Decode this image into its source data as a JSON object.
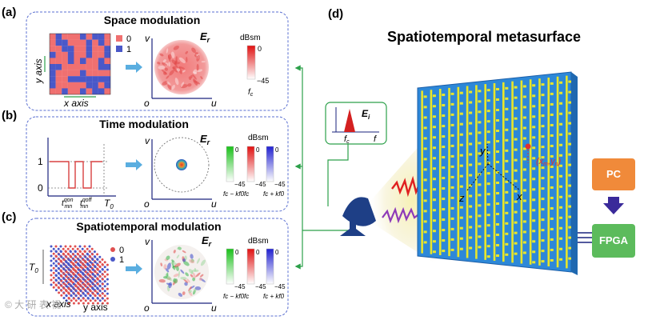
{
  "colors": {
    "panel_border": "#5a6fd0",
    "mod_blue": "#4a58c8",
    "mod_red": "#f07070",
    "wave_red": "#e02020",
    "wave_purple": "#8e3ab8",
    "arrow_green": "#2ca04a",
    "arrow_blue": "#5aaee0",
    "pc_orange": "#f08a3a",
    "fpga_green": "#5cbb5c",
    "meta_blue": "#2d88d8",
    "meta_yellow": "#e8e62a",
    "signal_red": "#e03030"
  },
  "panel_a": {
    "label": "(a)",
    "title": "Space modulation",
    "legend": [
      "0",
      "1"
    ],
    "y_axis": "y axis",
    "x_axis": "x axis",
    "field_label_E": "E",
    "field_label_sub": "r",
    "v": "v",
    "o": "o",
    "u": "u",
    "cb_title": "dBsm",
    "cb_max": "0",
    "cb_min": "−45",
    "cb_tick": "f",
    "cb_tick_sub": "c"
  },
  "panel_b": {
    "label": "(b)",
    "title": "Time modulation",
    "level1": "1",
    "level0": "0",
    "t_on": "t",
    "t_on_sup": "qon",
    "t_on_sub": "mn",
    "t_off": "t",
    "t_off_sup": "qoff",
    "t_off_sub": "mn",
    "T0": "T",
    "T0_sub": "0",
    "E": "E",
    "E_sub": "r",
    "v": "v",
    "o": "o",
    "u": "u",
    "cb_title": "dBsm",
    "cb_max": [
      "0",
      "0",
      "0"
    ],
    "cb_min": [
      "−45",
      "−45",
      "−45"
    ],
    "freq": [
      "fc − kf0",
      "fc",
      "fc + kf0"
    ]
  },
  "panel_c": {
    "label": "(c)",
    "title": "Spatiotemporal modulation",
    "legend": [
      "0",
      "1"
    ],
    "T0": "T",
    "T0_sub": "0",
    "x_axis": "x axis",
    "y_axis": "y axis",
    "E": "E",
    "E_sub": "r",
    "v": "v",
    "o": "o",
    "u": "u",
    "cb_title": "dBsm",
    "cb_max": [
      "0",
      "0",
      "0"
    ],
    "cb_min": [
      "−45",
      "−45",
      "−45"
    ],
    "freq": [
      "fc − kf0",
      "fc",
      "fc + kf0"
    ]
  },
  "panel_d": {
    "label": "(d)",
    "title": "Spatiotemporal metasurface",
    "spectrum_E": "E",
    "spectrum_E_sub": "i",
    "spectrum_fc": "f",
    "spectrum_fc_sub": "c",
    "spectrum_f": "f",
    "axis_y": "y",
    "axis_x": "x",
    "axis_z": "z",
    "cell_label": "(x",
    "cell_label_mid": "m",
    "cell_label_comma": ",y",
    "cell_label_end": "n",
    "pc": "PC",
    "fpga": "FPGA"
  },
  "watermark": "© 大 研 表 视"
}
